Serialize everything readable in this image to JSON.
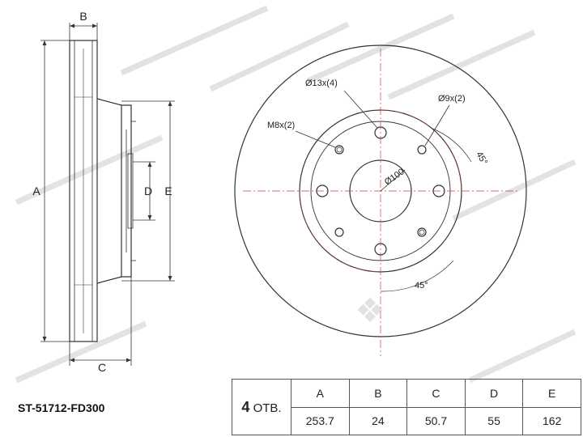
{
  "part_number": "ST-51712-FD300",
  "holes": {
    "count": "4",
    "label": "ОТВ."
  },
  "side_view_labels": {
    "a": "A",
    "b": "B",
    "c": "C",
    "d": "D",
    "e": "E"
  },
  "front_view_labels": {
    "hole_13": "Ø13x(4)",
    "hole_9": "Ø9x(2)",
    "thread_m8": "M8x(2)",
    "pcd": "Ø100",
    "angle_top": "45°",
    "angle_bottom": "45°"
  },
  "spec_table": {
    "headers": [
      "A",
      "B",
      "C",
      "D",
      "E"
    ],
    "values": [
      "253.7",
      "24",
      "50.7",
      "55",
      "162"
    ]
  },
  "colors": {
    "line": "#333333",
    "watermark": "#d9d9d9",
    "center_line": "#d83a3a"
  }
}
